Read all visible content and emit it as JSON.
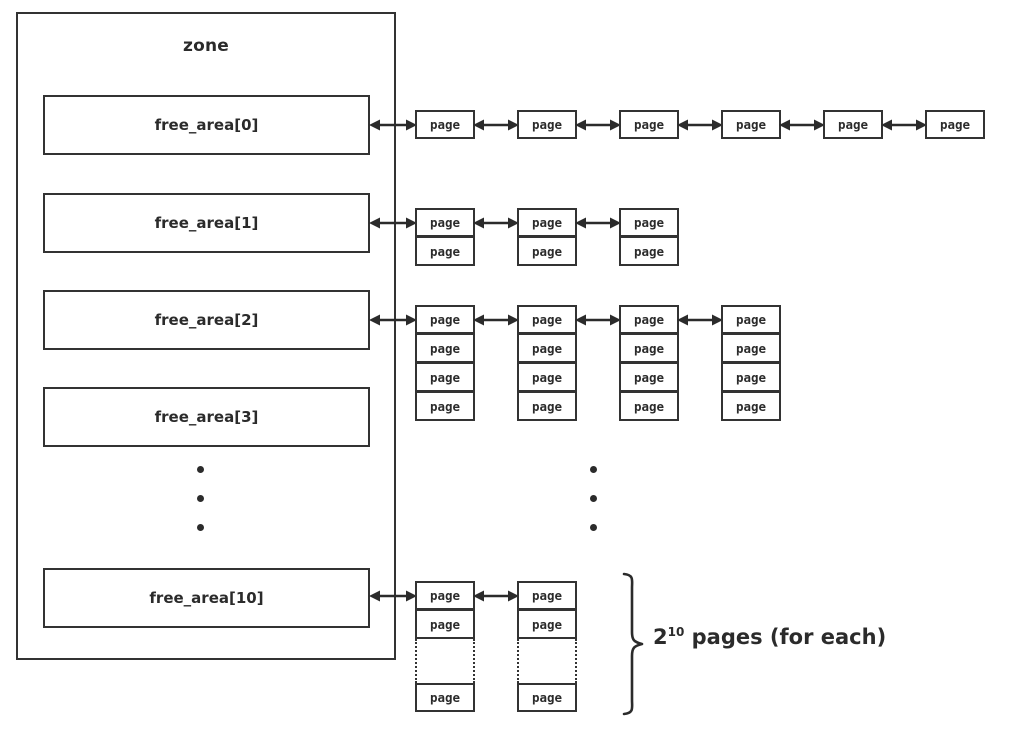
{
  "diagram": {
    "title": "zone",
    "zone_label": "zone",
    "page_label": "page",
    "annotation": {
      "base": "2",
      "exponent": "10",
      "suffix": " pages (for each)",
      "full_text": "2^10 pages (for each)"
    },
    "ellipsis_symbol": "•",
    "colors": {
      "stroke": "#333333",
      "text": "#2b2b2b",
      "background": "#ffffff"
    },
    "free_areas": [
      {
        "label": "free_area[0]",
        "order": 0,
        "pages_per_block": 1,
        "block_count": 6,
        "has_link": true,
        "truncated_block": false
      },
      {
        "label": "free_area[1]",
        "order": 1,
        "pages_per_block": 2,
        "block_count": 3,
        "has_link": true,
        "truncated_block": false
      },
      {
        "label": "free_area[2]",
        "order": 2,
        "pages_per_block": 4,
        "block_count": 4,
        "has_link": true,
        "truncated_block": false
      },
      {
        "label": "free_area[3]",
        "order": 3,
        "pages_per_block": 0,
        "block_count": 0,
        "has_link": false,
        "truncated_block": false
      },
      {
        "label": "free_area[10]",
        "order": 10,
        "pages_per_block": 1024,
        "block_count": 2,
        "has_link": true,
        "truncated_block": true
      }
    ],
    "page_cells": {
      "row0": [
        "page",
        "page",
        "page",
        "page",
        "page",
        "page"
      ],
      "row1": [
        [
          "page",
          "page"
        ],
        [
          "page",
          "page"
        ],
        [
          "page",
          "page"
        ]
      ],
      "row2": [
        [
          "page",
          "page",
          "page",
          "page"
        ],
        [
          "page",
          "page",
          "page",
          "page"
        ],
        [
          "page",
          "page",
          "page",
          "page"
        ],
        [
          "page",
          "page",
          "page",
          "page"
        ]
      ],
      "row10": [
        [
          "page",
          "page",
          "page"
        ],
        [
          "page",
          "page",
          "page"
        ]
      ]
    }
  }
}
